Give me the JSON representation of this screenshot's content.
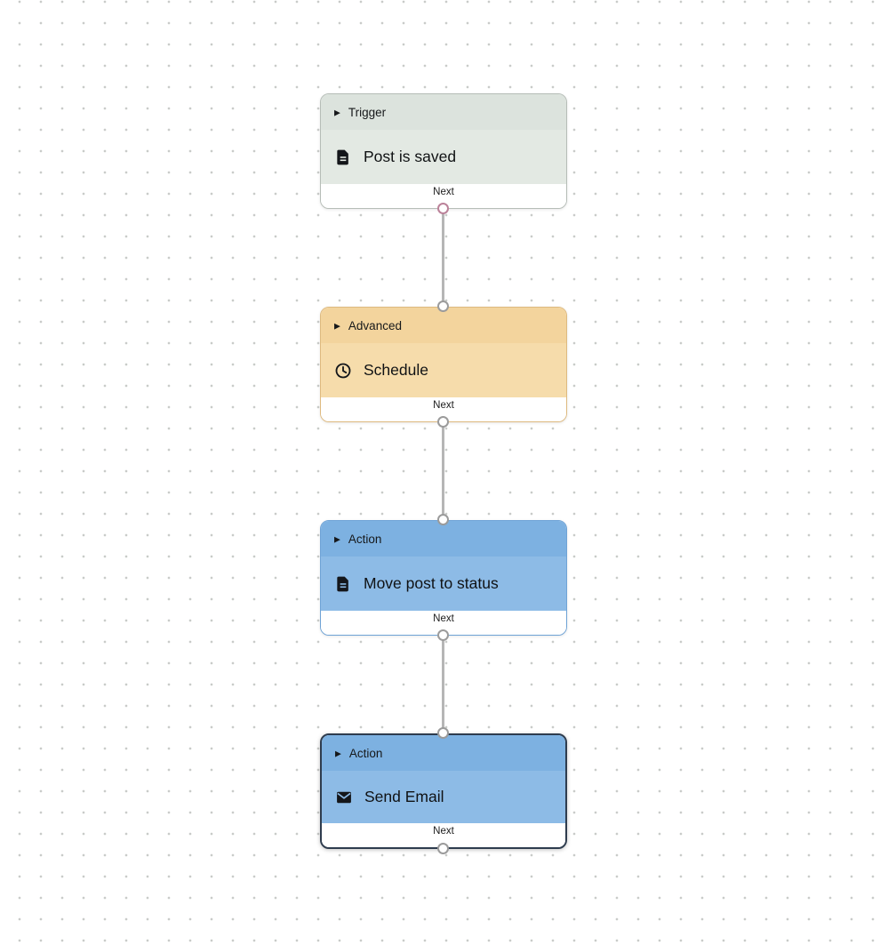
{
  "labels": {
    "next": "Next",
    "collapse_icon": "▶"
  },
  "colors": {
    "canvas_dot": "#c9cbc9",
    "trigger_header": "#dce3dd",
    "trigger_body": "#e3e9e3",
    "advanced_header": "#f3d49d",
    "advanced_body": "#f6dcab",
    "action_header": "#7db1e1",
    "action_body": "#8dbbe6",
    "footer": "#ffffff",
    "connection_line": "#b6b6b6",
    "port_border": "#9b9b9b",
    "trigger_port_border": "#bb8299",
    "selected_border": "#2e3c4e",
    "text": "#101214"
  },
  "nodes": [
    {
      "category": "Trigger",
      "title": "Post is saved",
      "icon": "document",
      "selected": false
    },
    {
      "category": "Advanced",
      "title": "Schedule",
      "icon": "clock",
      "selected": false
    },
    {
      "category": "Action",
      "title": "Move post to status",
      "icon": "document",
      "selected": false
    },
    {
      "category": "Action",
      "title": "Send Email",
      "icon": "envelope",
      "selected": true
    }
  ]
}
